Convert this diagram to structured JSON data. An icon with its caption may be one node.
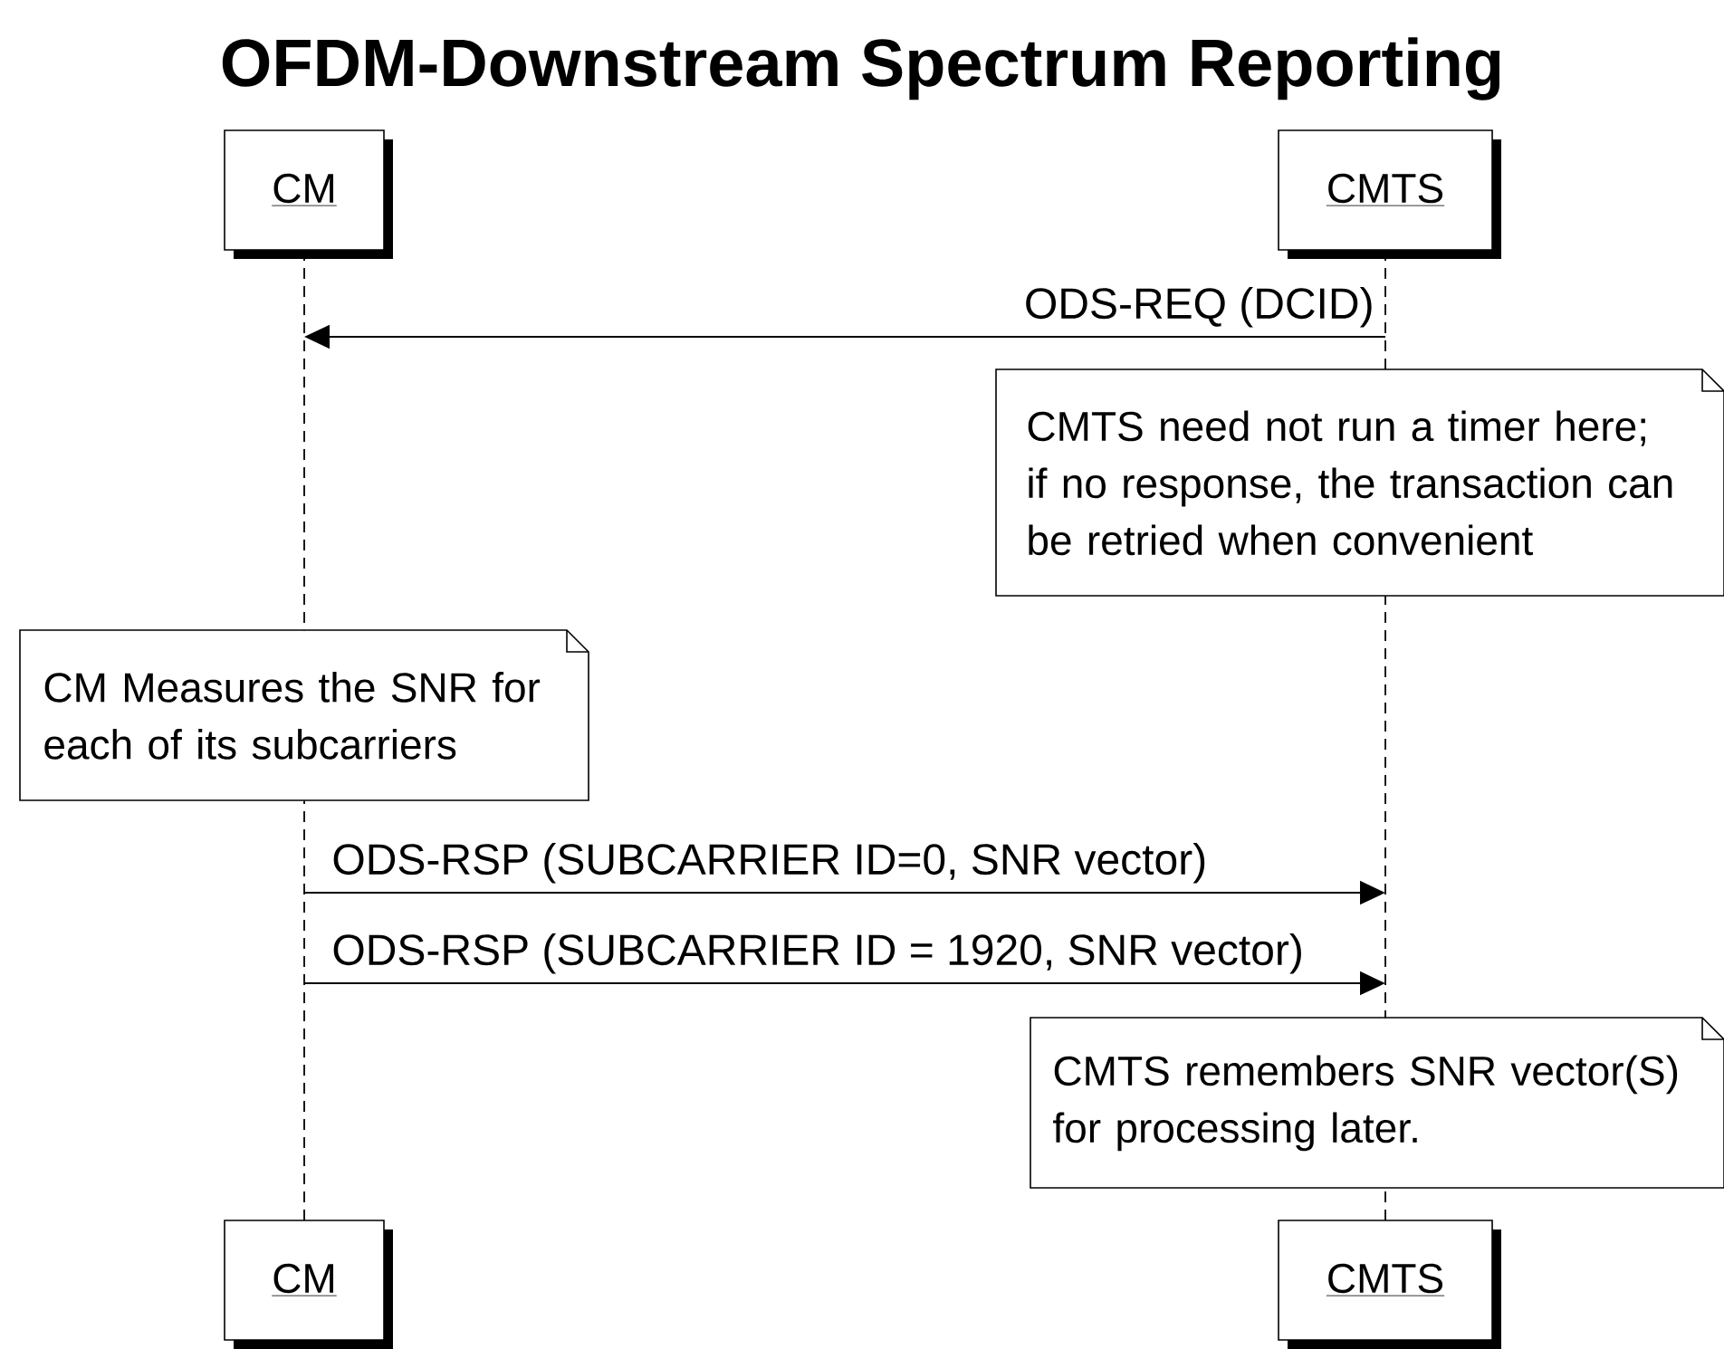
{
  "diagram": {
    "title": "OFDM-Downstream Spectrum Reporting",
    "nodes": [
      {
        "text": [
          "CM"
        ]
      },
      {
        "text": [
          "CMTS"
        ]
      },
      {
        "text": [
          "CM"
        ]
      },
      {
        "text": [
          "CMTS"
        ]
      },
      {
        "text": [
          "CMTS need not run a timer here; if no response, the transaction can be retried when convenient"
        ]
      },
      {
        "text": [
          "CM Measures the SNR for each of its subcarriers"
        ]
      },
      {
        "text": [
          "CMTS remembers SNR vector(S) for processing later."
        ]
      },
      {
        "text": [],
        "shape": "line"
      },
      {
        "text": [],
        "shape": "line"
      }
    ],
    "edges": [
      {
        "from": 8,
        "to": 7,
        "arrow": "to",
        "label": "ODS-REQ (DCID)"
      },
      {
        "from": 7,
        "to": 8,
        "arrow": "to",
        "label": "ODS-RSP (SUBCARRIER ID=0, SNR vector)"
      },
      {
        "from": 7,
        "to": 8,
        "arrow": "to",
        "label": "ODS-RSP (SUBCARRIER ID = 1920, SNR vector)"
      }
    ]
  }
}
